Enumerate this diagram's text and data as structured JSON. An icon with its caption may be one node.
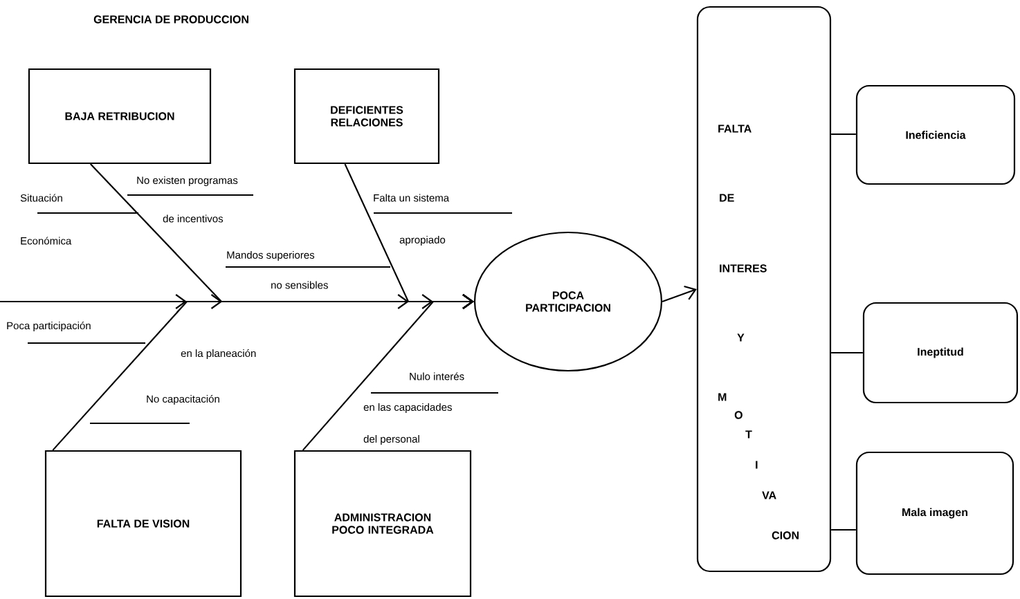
{
  "diagram": {
    "title": "GERENCIA DE PRODUCCION",
    "nodes": [
      {
        "text": [
          "BAJA RETRIBUCION"
        ]
      },
      {
        "text": [
          "DEFICIENTES RELACIONES"
        ]
      },
      {
        "text": [
          "POCA PARTICIPACION"
        ]
      },
      {
        "text": [
          "FALTA",
          "DE",
          "INTERES",
          "Y",
          "M",
          "O",
          "T",
          "I",
          "VA",
          "CION"
        ]
      },
      {
        "text": [
          "Ineficiencia"
        ]
      },
      {
        "text": [
          "Ineptitud"
        ]
      },
      {
        "text": [
          "Mala imagen"
        ]
      },
      {
        "text": [
          "FALTA DE VISION"
        ]
      },
      {
        "text": [
          "ADMINISTRACION POCO INTEGRADA"
        ]
      }
    ],
    "edges": [
      {
        "from": null,
        "to": 2,
        "arrow": "to"
      },
      {
        "from": 0,
        "to": 2,
        "arrow": "to"
      },
      {
        "from": 1,
        "to": 2,
        "arrow": "to"
      },
      {
        "from": 7,
        "to": 2,
        "arrow": "to"
      },
      {
        "from": 8,
        "to": 2,
        "arrow": "to"
      },
      {
        "from": 2,
        "to": 3,
        "arrow": "to"
      },
      {
        "from": 3,
        "to": 4,
        "arrow": "none"
      },
      {
        "from": 3,
        "to": 5,
        "arrow": "none"
      },
      {
        "from": 3,
        "to": 6,
        "arrow": "none"
      }
    ],
    "labels": [
      "No existen programas",
      "Situación",
      "de incentivos",
      "Falta un sistema",
      "Económica",
      "apropiado",
      "Mandos superiores",
      "no sensibles",
      "Poca participación",
      "en la planeación",
      "Nulo interés",
      "No capacitación",
      "en las capacidades",
      "del personal"
    ]
  }
}
